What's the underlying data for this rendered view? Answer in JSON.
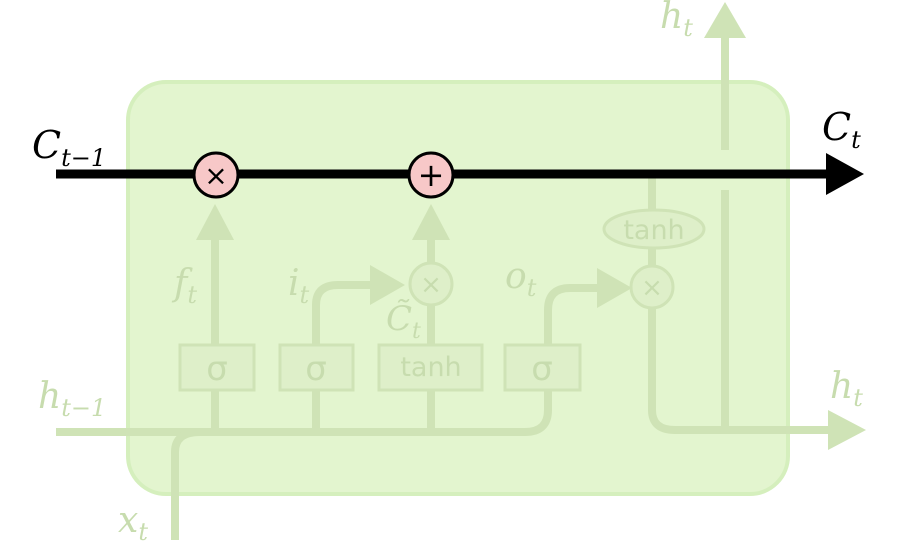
{
  "colors": {
    "cell_fill": "#e3f5cf",
    "cell_stroke": "#d5efbd",
    "faded": "#cfe3b6",
    "faded_text": "#c7dcae",
    "gate_fill": "#deefc9",
    "active_op_fill": "#f7c8c8",
    "active": "#000000"
  },
  "labels": {
    "c_prev": {
      "base": "C",
      "sub": "t−1"
    },
    "c_t": {
      "base": "C",
      "sub": "t"
    },
    "h_prev": {
      "base": "h",
      "sub": "t−1"
    },
    "h_t_top": {
      "base": "h",
      "sub": "t"
    },
    "h_t_right": {
      "base": "h",
      "sub": "t"
    },
    "x_t": {
      "base": "x",
      "sub": "t"
    },
    "f_t": {
      "base": "f",
      "sub": "t"
    },
    "i_t": {
      "base": "i",
      "sub": "t"
    },
    "o_t": {
      "base": "o",
      "sub": "t"
    },
    "c_tilde": {
      "base": "C̃",
      "sub": "t"
    }
  },
  "gates": {
    "forget": "σ",
    "input": "σ",
    "candidate": "tanh",
    "output": "σ",
    "cell_tanh": "tanh"
  },
  "operators": {
    "forget_mult": "×",
    "state_add": "+",
    "input_mult": "×",
    "output_mult": "×"
  },
  "icons": {
    "forget_mult": "multiply-icon",
    "state_add": "plus-icon",
    "input_mult": "multiply-icon",
    "output_mult": "multiply-icon"
  }
}
